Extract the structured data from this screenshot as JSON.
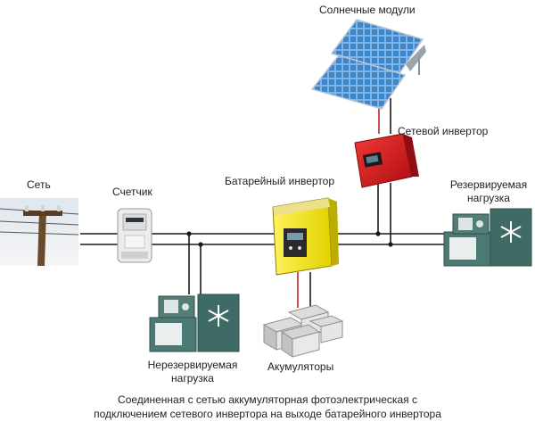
{
  "labels": {
    "solar_modules": "Солнечные модули",
    "grid_inverter": "Сетевой инвертор",
    "grid": "Сеть",
    "meter": "Счетчик",
    "battery_inverter": "Батарейный инвертор",
    "reserved_load_line1": "Резервируемая",
    "reserved_load_line2": "нагрузка",
    "unreserved_load_line1": "Нерезервируемая",
    "unreserved_load_line2": "нагрузка",
    "batteries": "Акумуляторы"
  },
  "caption": {
    "line1": "Соединенная с сетью аккумуляторная фотоэлектрическая с",
    "line2": "подключением сетевого инвертора на выходе батарейного инвертора"
  },
  "colors": {
    "wire": "#1a1a1a",
    "dc_wire": "#c0272d",
    "battery_inverter_body": "#f2e600",
    "grid_inverter_body": "#d8161b",
    "panel": "#4a8fd0",
    "appliance": "#3f6b66"
  },
  "icons": {
    "grid": "power-pole-icon",
    "meter": "electric-meter-icon",
    "solar": "solar-panels-icon",
    "appliances": "tv-and-fridge-icon",
    "batteries": "battery-bank-icon"
  }
}
